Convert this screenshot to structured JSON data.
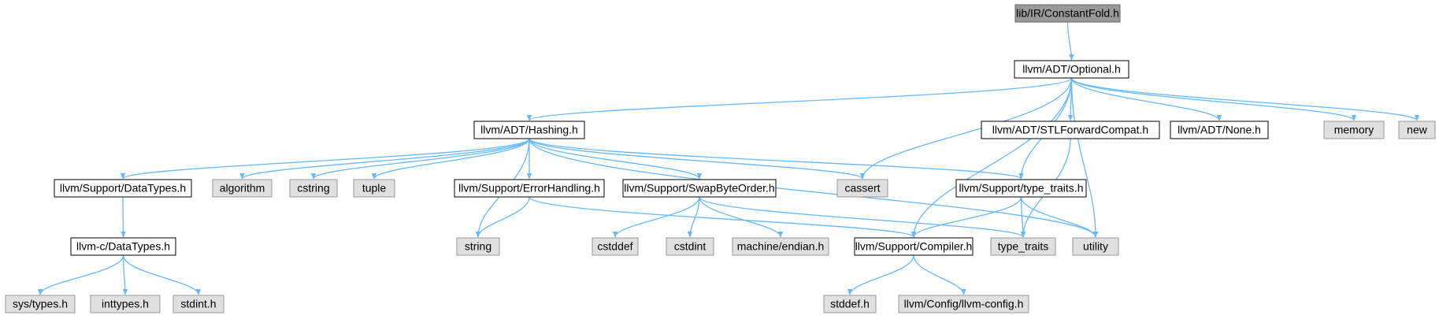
{
  "colors": {
    "edge": "#63b8ff",
    "root_fill": "#999999",
    "root_stroke": "#666666",
    "local_fill": "#ffffff",
    "local_stroke": "#000000",
    "system_fill": "#e0e0e0",
    "system_stroke": "#999999"
  },
  "nodes": {
    "root": {
      "label": "lib/IR/ConstantFold.h",
      "kind": "root"
    },
    "optional": {
      "label": "llvm/ADT/Optional.h",
      "kind": "local"
    },
    "hashing": {
      "label": "llvm/ADT/Hashing.h",
      "kind": "local"
    },
    "stlfwd": {
      "label": "llvm/ADT/STLForwardCompat.h",
      "kind": "local"
    },
    "none": {
      "label": "llvm/ADT/None.h",
      "kind": "local"
    },
    "memory": {
      "label": "memory",
      "kind": "system"
    },
    "new": {
      "label": "new",
      "kind": "system"
    },
    "sup_datatypes": {
      "label": "llvm/Support/DataTypes.h",
      "kind": "local"
    },
    "algorithm": {
      "label": "algorithm",
      "kind": "system"
    },
    "cstring": {
      "label": "cstring",
      "kind": "system"
    },
    "tuple": {
      "label": "tuple",
      "kind": "system"
    },
    "errorhandling": {
      "label": "llvm/Support/ErrorHandling.h",
      "kind": "local"
    },
    "swapbyteorder": {
      "label": "llvm/Support/SwapByteOrder.h",
      "kind": "local"
    },
    "cassert": {
      "label": "cassert",
      "kind": "system"
    },
    "sup_typetraits": {
      "label": "llvm/Support/type_traits.h",
      "kind": "local"
    },
    "c_datatypes": {
      "label": "llvm-c/DataTypes.h",
      "kind": "local"
    },
    "string": {
      "label": "string",
      "kind": "system"
    },
    "cstddef": {
      "label": "cstddef",
      "kind": "system"
    },
    "cstdint": {
      "label": "cstdint",
      "kind": "system"
    },
    "endian": {
      "label": "machine/endian.h",
      "kind": "system"
    },
    "compiler": {
      "label": "llvm/Support/Compiler.h",
      "kind": "local"
    },
    "type_traits": {
      "label": "type_traits",
      "kind": "system"
    },
    "utility": {
      "label": "utility",
      "kind": "system"
    },
    "systypes": {
      "label": "sys/types.h",
      "kind": "system"
    },
    "inttypes": {
      "label": "inttypes.h",
      "kind": "system"
    },
    "stdint": {
      "label": "stdint.h",
      "kind": "system"
    },
    "stddef": {
      "label": "stddef.h",
      "kind": "system"
    },
    "llvmconfig": {
      "label": "llvm/Config/llvm-config.h",
      "kind": "system"
    }
  },
  "edges": [
    [
      "root",
      "optional"
    ],
    [
      "optional",
      "hashing"
    ],
    [
      "optional",
      "cassert"
    ],
    [
      "optional",
      "compiler"
    ],
    [
      "optional",
      "sup_typetraits"
    ],
    [
      "optional",
      "stlfwd"
    ],
    [
      "optional",
      "none"
    ],
    [
      "optional",
      "memory"
    ],
    [
      "optional",
      "new"
    ],
    [
      "optional",
      "utility"
    ],
    [
      "hashing",
      "sup_datatypes"
    ],
    [
      "hashing",
      "algorithm"
    ],
    [
      "hashing",
      "cstring"
    ],
    [
      "hashing",
      "tuple"
    ],
    [
      "hashing",
      "string"
    ],
    [
      "hashing",
      "errorhandling"
    ],
    [
      "hashing",
      "swapbyteorder"
    ],
    [
      "hashing",
      "cassert"
    ],
    [
      "hashing",
      "sup_typetraits"
    ],
    [
      "hashing",
      "utility"
    ],
    [
      "stlfwd",
      "type_traits"
    ],
    [
      "sup_datatypes",
      "c_datatypes"
    ],
    [
      "c_datatypes",
      "systypes"
    ],
    [
      "c_datatypes",
      "inttypes"
    ],
    [
      "c_datatypes",
      "stdint"
    ],
    [
      "errorhandling",
      "string"
    ],
    [
      "errorhandling",
      "compiler"
    ],
    [
      "swapbyteorder",
      "cstddef"
    ],
    [
      "swapbyteorder",
      "cstdint"
    ],
    [
      "swapbyteorder",
      "endian"
    ],
    [
      "swapbyteorder",
      "type_traits"
    ],
    [
      "sup_typetraits",
      "compiler"
    ],
    [
      "sup_typetraits",
      "type_traits"
    ],
    [
      "sup_typetraits",
      "utility"
    ],
    [
      "compiler",
      "stddef"
    ],
    [
      "compiler",
      "llvmconfig"
    ]
  ]
}
